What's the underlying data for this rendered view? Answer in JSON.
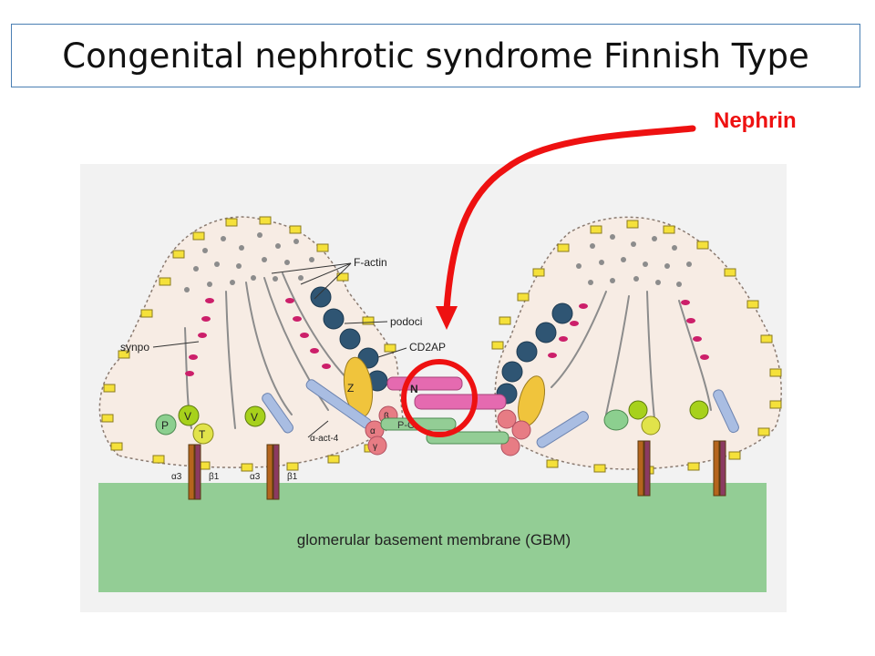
{
  "slide": {
    "title": "Congenital nephrotic syndrome Finnish Type",
    "callout": "Nephrin",
    "callout_color": "#ee1111"
  },
  "diagram": {
    "gbm_label": "glomerular basement membrane (GBM)",
    "labels": {
      "f_actin": "F-actin",
      "podocin": "podoci",
      "cd2ap": "CD2AP",
      "synpo": "synpo",
      "alpha_actinin_4": "α-act-4",
      "nephrin_n": "N",
      "p_cadherin": "P-C",
      "zo1": "Z",
      "alpha": "α",
      "beta": "β",
      "gamma": "γ",
      "paxillin": "P",
      "vinculin_left": "V",
      "vinculin_mid": "V",
      "talin": "T",
      "integrin_a3_left": "α3",
      "integrin_b1_left": "β1",
      "integrin_a3_mid": "α3",
      "integrin_b1_mid": "β1"
    },
    "colors": {
      "gbm": "#93cd95",
      "cell": "#f7ece4",
      "highlight_ring": "#ee1111",
      "nephrin": "#e56ab0",
      "zo1": "#f0c43c",
      "podocin": "#2f5573"
    }
  }
}
